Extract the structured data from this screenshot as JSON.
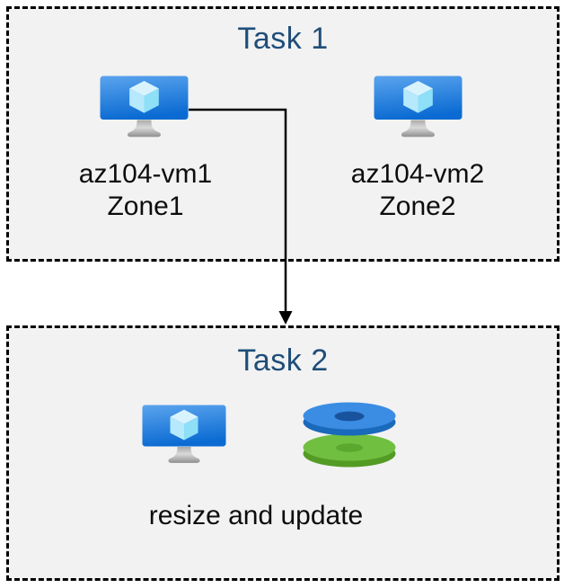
{
  "task1": {
    "title": "Task 1",
    "vms": [
      {
        "name": "az104-vm1",
        "zone": "Zone1"
      },
      {
        "name": "az104-vm2",
        "zone": "Zone2"
      }
    ]
  },
  "task2": {
    "title": "Task 2",
    "caption": "resize and update"
  },
  "icons": {
    "vm": "virtual-machine-icon",
    "disks": "managed-disks-icon",
    "arrow": "flow-arrow-down"
  },
  "colors": {
    "title_color": "#1F4E79",
    "box_bg": "#f2f2f2",
    "border_color": "#000000",
    "arrow_color": "#000000",
    "vm_screen_top": "#5BA4EE",
    "vm_screen_bottom": "#0B6BD2",
    "cube_top": "#D9F3FD",
    "cube_left": "#B6E9FB",
    "cube_right": "#8EDFF8",
    "stand_light": "#D9D9D9",
    "stand_dark": "#8F8F8F",
    "disk_blue_top": "#3B8DE4",
    "disk_blue_side": "#1A6ABC",
    "disk_blue_hole": "#19539E",
    "disk_green_top": "#71BF41",
    "disk_green_side": "#539B24",
    "disk_green_hole": "#5CA72E"
  }
}
